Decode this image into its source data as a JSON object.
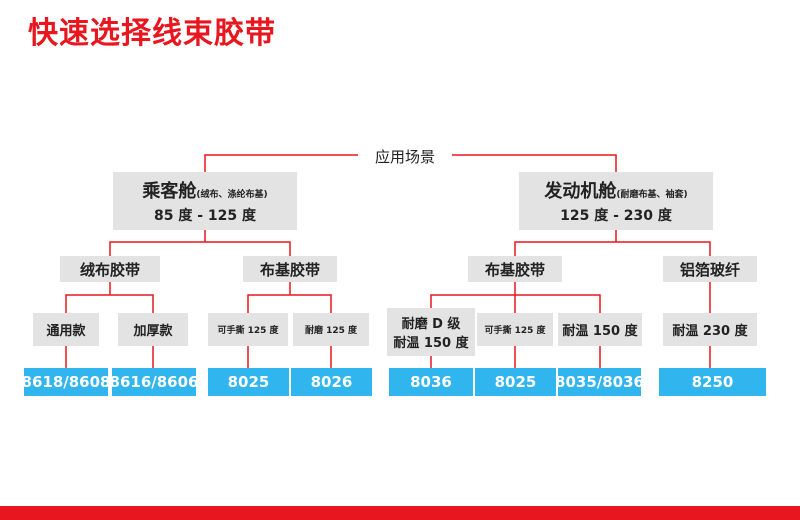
{
  "title": "快速选择线束胶带",
  "root": "应用场景",
  "passenger": {
    "name": "乘客舱",
    "note": "(绒布、涤纶布基)",
    "temp": "85 度 - 125 度"
  },
  "engine": {
    "name": "发动机舱",
    "note": "(耐磨布基、袖套)",
    "temp": "125 度 - 230 度"
  },
  "categories": {
    "velvet": "绒布胶带",
    "cloth_passenger": "布基胶带",
    "cloth_engine": "布基胶带",
    "glass": "铝箔玻纤"
  },
  "leaves": {
    "general": "通用款",
    "thick": "加厚款",
    "tearable_125_a": "可手撕 125 度",
    "wear_125": "耐磨 125 度",
    "wear_d_line1": "耐磨 D 级",
    "wear_d_line2": "耐温 150 度",
    "tearable_125_b": "可手撕 125 度",
    "temp_150": "耐温 150 度",
    "temp_230": "耐温 230 度"
  },
  "products": [
    "8618/8608",
    "8616/8606",
    "8025",
    "8026",
    "8036",
    "8025",
    "8035/8036",
    "8250"
  ],
  "colors": {
    "accent": "#e8161e",
    "product_fill": "#31b5ee",
    "box_fill": "#e3e3e3"
  }
}
